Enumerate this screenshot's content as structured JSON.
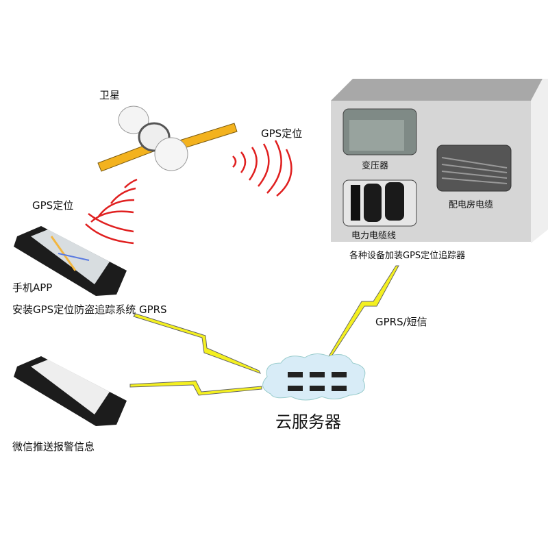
{
  "satellite": {
    "label": "卫星"
  },
  "gps_signal_right": {
    "label": "GPS定位"
  },
  "gps_signal_left": {
    "label": "GPS定位"
  },
  "phone_app": {
    "label": "手机APP",
    "caption": "安装GPS定位防盗追踪系统 GPRS"
  },
  "wechat": {
    "label": "微信推送报警信息"
  },
  "cloud": {
    "label": "云服务器"
  },
  "equipment_box": {
    "items": [
      {
        "label": "变压器"
      },
      {
        "label": "配电房电缆"
      },
      {
        "label": "电力电缆线"
      }
    ],
    "caption": "各种设备加装GPS定位追踪器"
  },
  "link_box_cloud": {
    "label": "GPRS/短信"
  },
  "colors": {
    "signal": "#e02020",
    "lightning": "#f4f020",
    "panel": "#f0b020",
    "box": "#d6d6d6"
  }
}
